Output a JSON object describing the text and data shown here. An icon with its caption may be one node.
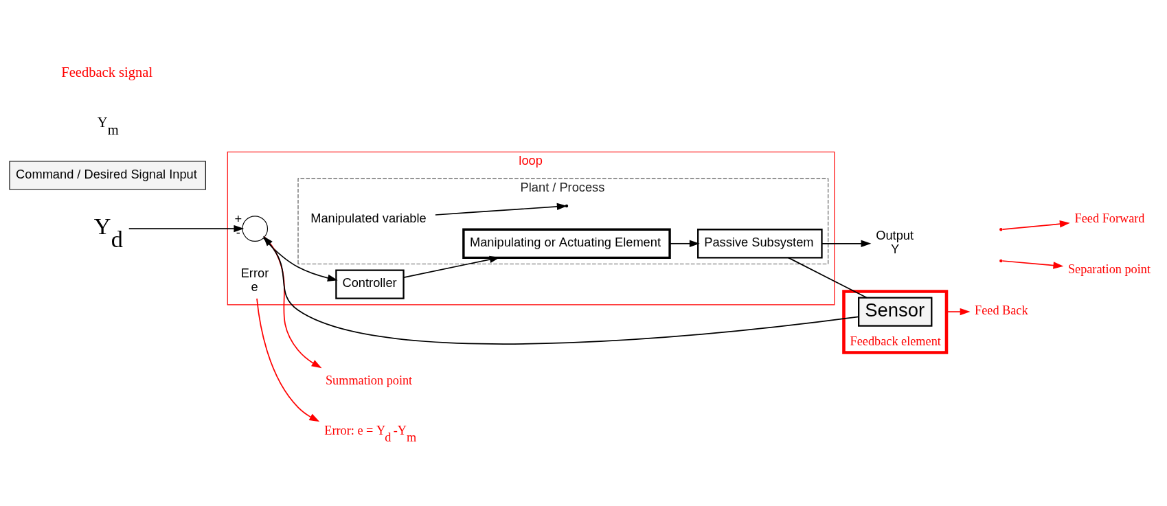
{
  "diagram": {
    "nodes": [
      {
        "text": [
          "loop"
        ]
      },
      {
        "text": [
          "Plant / Process"
        ],
        "in": 0
      },
      {
        "text": [
          "Command / Desired Signal Input"
        ]
      },
      {
        "text": [
          "Y$_{d}$"
        ]
      },
      {
        "text": [],
        "shape": "circle",
        "in": 0,
        "beside": [
          "+",
          "-"
        ]
      },
      {
        "text": [
          "Error",
          "e"
        ],
        "in": 0
      },
      {
        "text": [
          "Controller"
        ],
        "in": 0
      },
      {
        "text": [
          "Manipulating or Actuating Element"
        ],
        "in": 1
      },
      {
        "text": [
          "Manipulated variable"
        ],
        "in": 1
      },
      {
        "text": [
          "Passive Subsystem"
        ],
        "in": 1
      },
      {
        "text": [
          "Output",
          "Y"
        ]
      },
      {
        "text": [
          "Feedback element"
        ]
      },
      {
        "text": [
          "Sensor"
        ],
        "in": 11
      },
      {
        "text": [
          "Error: e = Y$_{d}$ -Y$_{m}$"
        ]
      },
      {
        "text": [
          "Summation point"
        ]
      },
      {
        "text": [
          "Separation point"
        ]
      },
      {
        "text": [
          "Feed Forward"
        ]
      },
      {
        "text": [
          "Feed Back"
        ]
      }
    ],
    "edges": [
      {
        "from": 3,
        "to": 4,
        "arrow": "to"
      },
      {
        "from": 4,
        "to": 6,
        "arrow": "to"
      },
      {
        "from": 6,
        "to": 7,
        "arrow": "to"
      },
      {
        "from": 7,
        "to": 9,
        "arrow": "to"
      },
      {
        "from": 9,
        "to": 10,
        "arrow": "to"
      },
      {
        "from": 9,
        "to": 12,
        "arrow": "none"
      },
      {
        "from": 12,
        "to": 4,
        "arrow": "to"
      },
      {
        "from": 8,
        "to": null,
        "arrow": "to"
      },
      {
        "from": 5,
        "to": 13,
        "arrow": "to",
        "color": "#ff0000"
      },
      {
        "from": 4,
        "to": 14,
        "arrow": "to",
        "color": "#ff0000"
      },
      {
        "from": null,
        "to": 15,
        "arrow": "to",
        "color": "#ff0000"
      },
      {
        "from": null,
        "to": 16,
        "arrow": "to",
        "color": "#ff0000"
      },
      {
        "from": 11,
        "to": 17,
        "arrow": "to",
        "color": "#ff0000"
      }
    ],
    "labels": [
      "Y$_{m}$",
      "Feedback signal"
    ]
  }
}
